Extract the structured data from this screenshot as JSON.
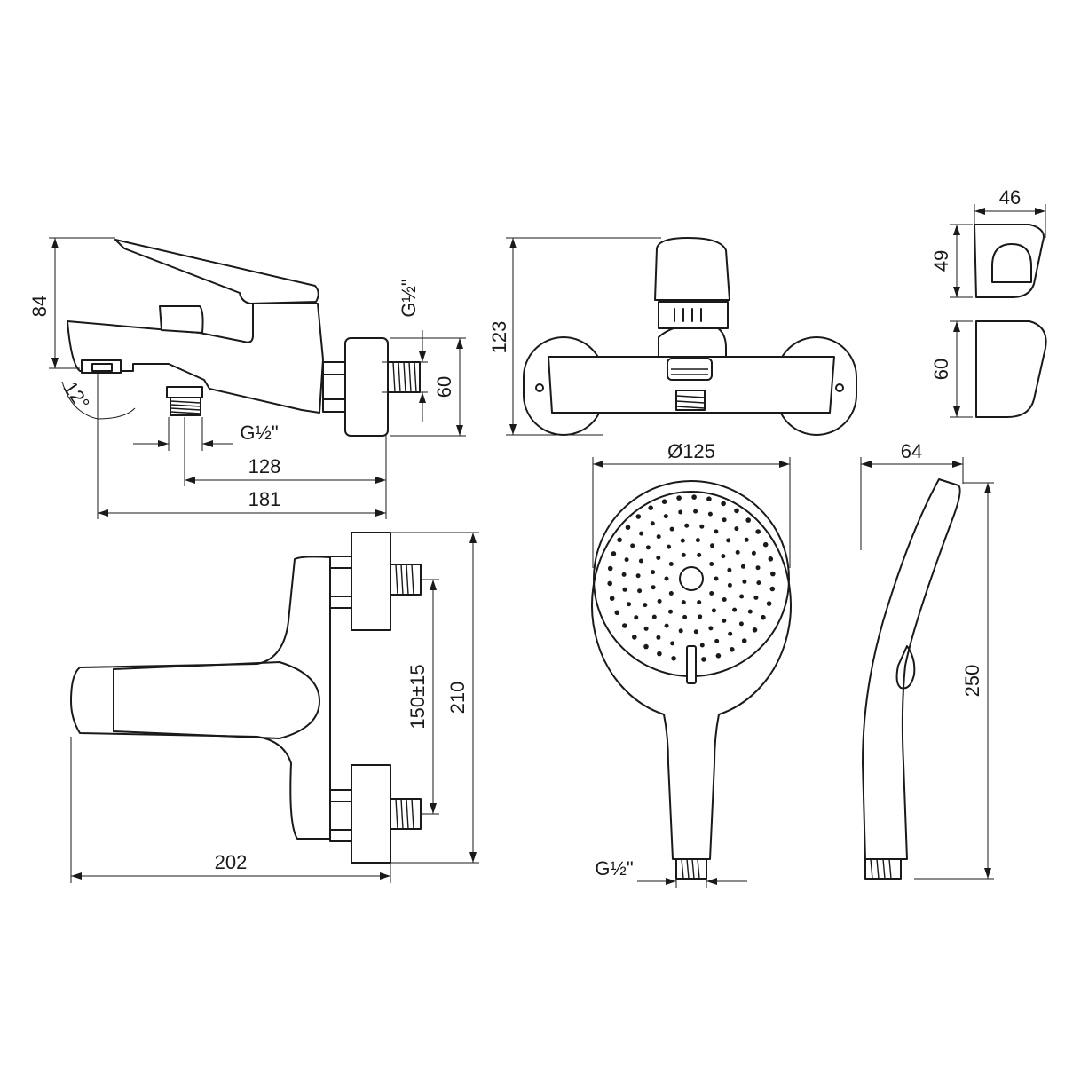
{
  "drawing": {
    "bath_side": {
      "height": "84",
      "angle": "12°",
      "thread": "G½\"",
      "thread_outlet": "G½\"",
      "connector_height": "60",
      "outlet_offset": "128",
      "depth": "181"
    },
    "bath_front": {
      "height": "123"
    },
    "holder": {
      "width": "46",
      "height_top": "49",
      "height_side": "60"
    },
    "bath_top": {
      "spacing": "150±15",
      "overall": "210",
      "length": "202"
    },
    "handshower_face": {
      "diameter": "Ø125",
      "thread": "G½\""
    },
    "handshower_side": {
      "width": "64",
      "length": "250"
    }
  }
}
